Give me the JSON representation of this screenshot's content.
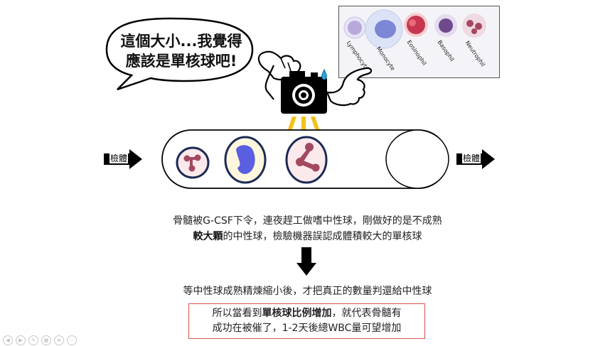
{
  "bubble": {
    "line1": "這個大小...我覺得",
    "line2": "應該是單核球吧!"
  },
  "reference_cells": [
    {
      "label": "Lymphocyte",
      "color": "#b7a9d9"
    },
    {
      "label": "Monocyte",
      "color": "#7c87d6"
    },
    {
      "label": "Eosinophil",
      "color": "#c6374f"
    },
    {
      "label": "Basophil",
      "color": "#6e4a8c"
    },
    {
      "label": "Neutrophil",
      "color": "#a3495f"
    }
  ],
  "conveyor": {
    "in_label": "檢體",
    "out_label": "檢體"
  },
  "caption1": {
    "line1": "骨髓被G-CSF下令，連夜趕工做嗜中性球，剛做好的是不成熟",
    "line2_bold": "較大顆",
    "line2_rest": "的中性球，檢驗機器誤認成體積較大的單核球"
  },
  "caption2": "等中性球成熟精煉縮小後，才把真正的數量判還給中性球",
  "result": {
    "line1_pre": "所以當看到",
    "line1_bold": "單核球比例增加",
    "line1_post": "，就代表骨髓有",
    "line2": "成功在被催了，1-2天後總WBC量可望增加"
  },
  "colors": {
    "accent_box": "#d9534f",
    "nucleus": "#a3495f",
    "monocyte_nucleus": "#5a5ee0",
    "ray": "#f2c11b"
  }
}
